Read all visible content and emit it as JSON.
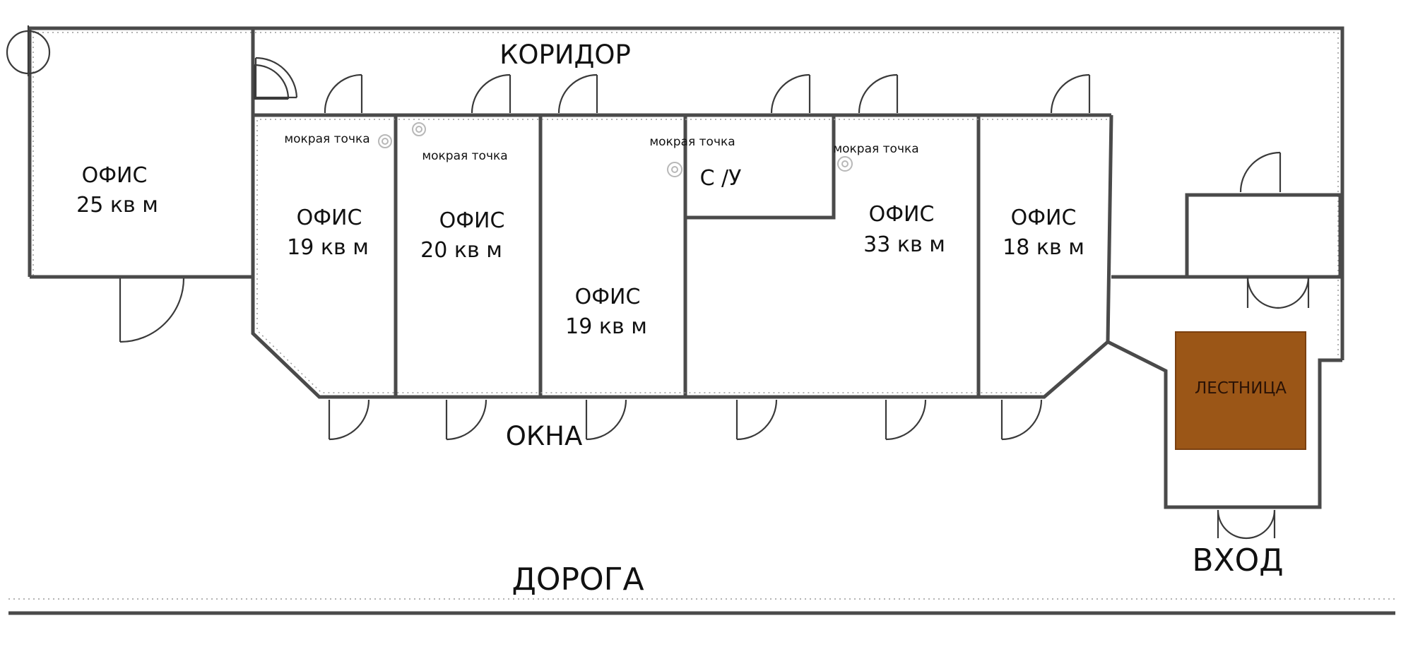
{
  "labels": {
    "corridor": "КОРИДОР",
    "windows": "ОКНА",
    "road": "ДОРОГА",
    "entrance": "ВХОД",
    "stairs": "ЛЕСТНИЦА",
    "wc": "С /У"
  },
  "wet_point_label": "мокрая точка",
  "rooms": [
    {
      "name": "ОФИС",
      "area": "25 кв м"
    },
    {
      "name": "ОФИС",
      "area": "19 кв м"
    },
    {
      "name": "ОФИС",
      "area": "20 кв м"
    },
    {
      "name": "ОФИС",
      "area": "19 кв м"
    },
    {
      "name": "ОФИС",
      "area": "33 кв м"
    },
    {
      "name": "ОФИС",
      "area": "18 кв м"
    }
  ],
  "colors": {
    "stairs_fill": "#9b5617",
    "wall": "#4a4a4a"
  }
}
